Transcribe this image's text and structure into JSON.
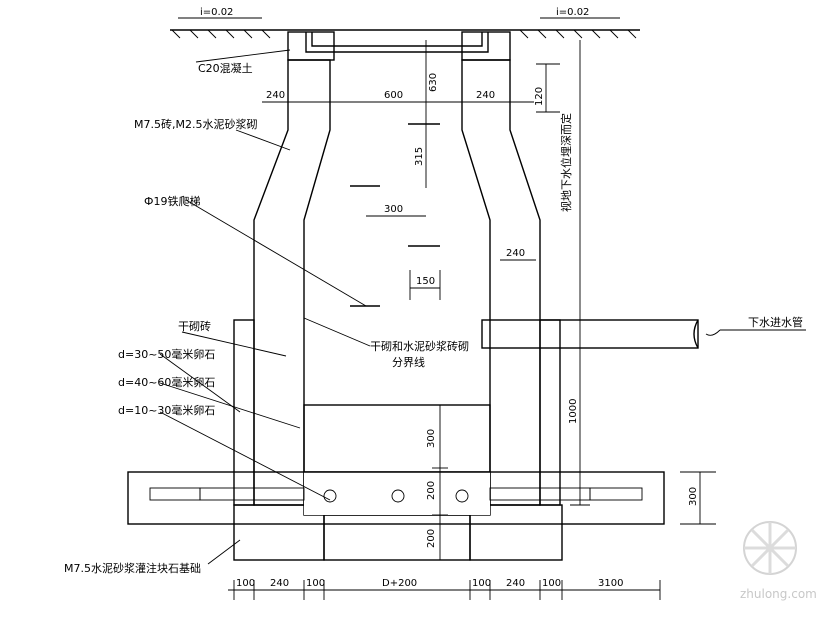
{
  "ground_levels": {
    "left": "i=0.02",
    "right": "i=0.02"
  },
  "labels": {
    "concrete": "C20混凝土",
    "mortar_masonry": "M7.5砖,M2.5水泥砂浆砌",
    "ladder": "Ф19铁爬梯",
    "dry_brick": "干砌砖",
    "gravel_30_50": "d=30~50毫米卵石",
    "gravel_40_60": "d=40~60毫米卵石",
    "gravel_10_30": "d=10~30毫米卵石",
    "base": "M7.5水泥砂浆灌注块石基础",
    "dry_mortar_note": "干砌和水泥砂浆砖砌",
    "layer_line": "分界线",
    "inlet_pipe": "下水进水管",
    "depth_note": "视地下水位埋深而定"
  },
  "dimensions": {
    "wall_top_left": "240",
    "opening": "600",
    "wall_top_right": "240",
    "cover_height": "630",
    "right_small": "120",
    "ladder_spacing": "315",
    "ladder_offset": "300",
    "ladder_width": "150",
    "wall_right_mid": "240",
    "bottom_layer_300": "300",
    "bottom_layer_200a": "200",
    "bottom_layer_200b": "200",
    "right_1000": "1000",
    "right_300": "300",
    "bottom": [
      "100",
      "240",
      "100",
      "D+200",
      "100",
      "240",
      "100",
      "3100"
    ]
  },
  "watermark": "zhulong.com"
}
